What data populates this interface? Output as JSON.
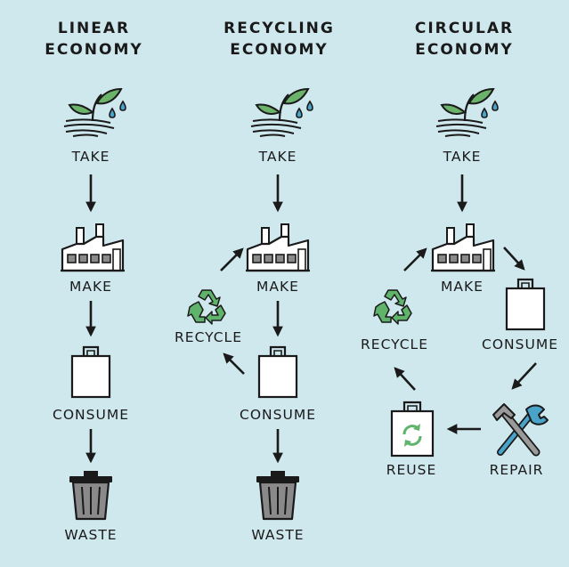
{
  "columns": [
    {
      "heading_line1": "LINEAR",
      "heading_line2": "ECONOMY"
    },
    {
      "heading_line1": "RECYCLING",
      "heading_line2": "ECONOMY"
    },
    {
      "heading_line1": "CIRCULAR",
      "heading_line2": "ECONOMY"
    }
  ],
  "labels": {
    "take": "TAKE",
    "make": "MAKE",
    "consume": "CONSUME",
    "waste": "WASTE",
    "recycle": "RECYCLE",
    "reuse": "REUSE",
    "repair": "REPAIR"
  },
  "icons": {
    "take": "sprout-with-water-drops-icon",
    "make": "factory-icon",
    "consume": "shopping-bag-icon",
    "waste": "trash-can-icon",
    "recycle": "recycle-arrows-icon",
    "reuse": "reusable-bag-icon",
    "repair": "hammer-wrench-icon"
  },
  "colors": {
    "background": "#cfe8ee",
    "line": "#1a1a1a",
    "leaf": "#6bb36b",
    "drop": "#4aa3c8",
    "recycle": "#5fb36b",
    "bin": "#8a8a8a",
    "bag": "#ffffff"
  }
}
